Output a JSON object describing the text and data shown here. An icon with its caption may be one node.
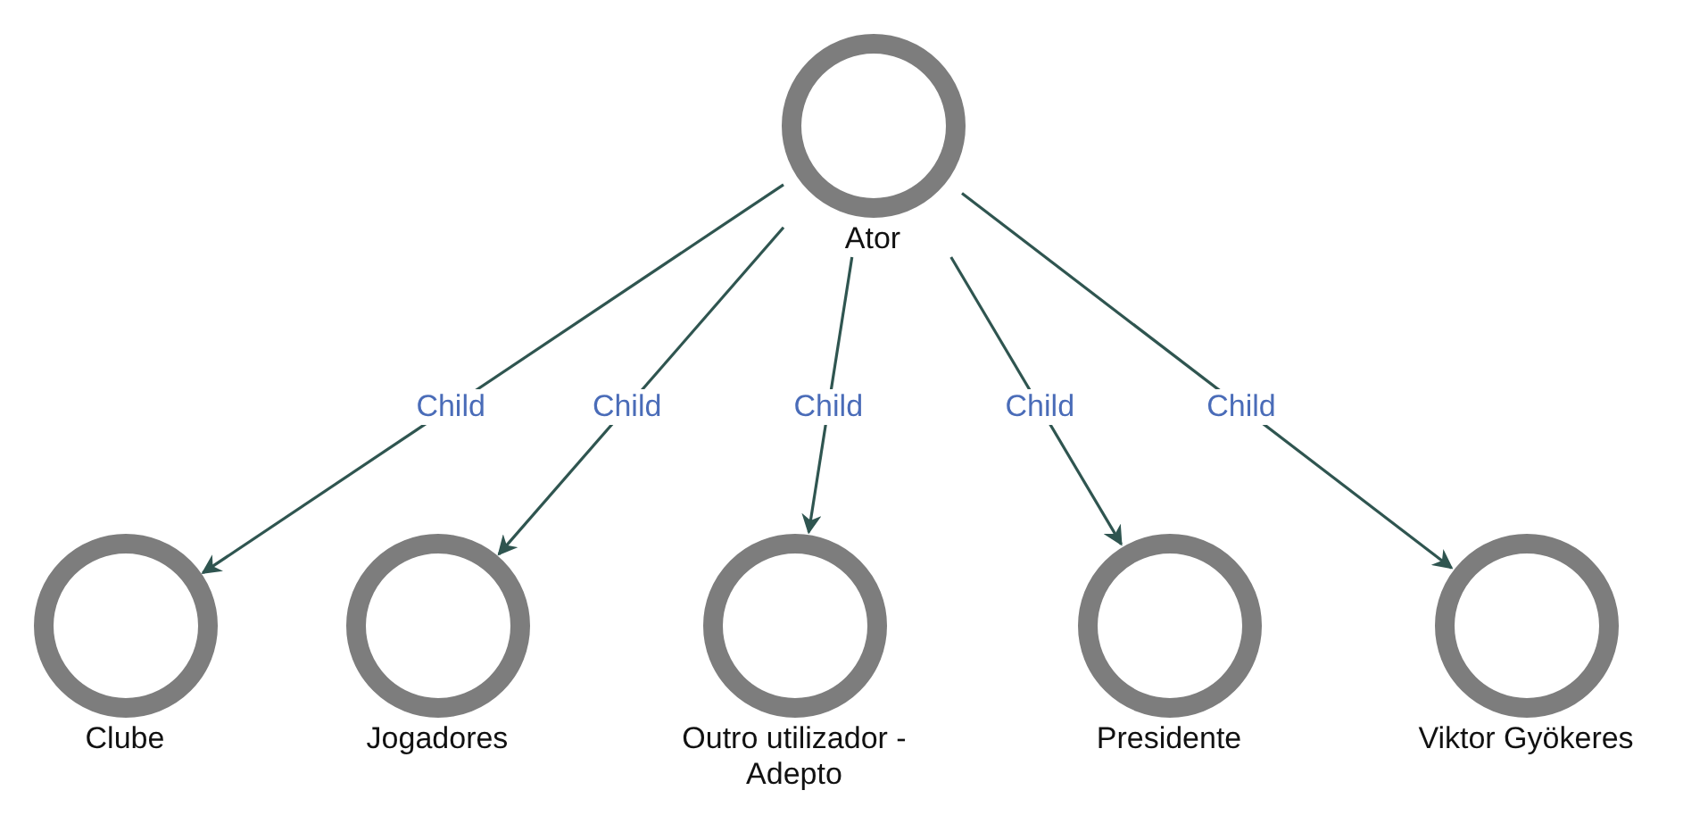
{
  "diagram": {
    "nodes": [
      {
        "text": [
          "Ator"
        ]
      },
      {
        "text": [
          "Clube"
        ]
      },
      {
        "text": [
          "Jogadores"
        ]
      },
      {
        "text": [
          "Outro utilizador - Adepto"
        ]
      },
      {
        "text": [
          "Presidente"
        ]
      },
      {
        "text": [
          "Viktor Gyökeres"
        ]
      }
    ],
    "edges": [
      {
        "from": 0,
        "to": 1,
        "arrow": "to",
        "label": "Child"
      },
      {
        "from": 0,
        "to": 2,
        "arrow": "to",
        "label": "Child"
      },
      {
        "from": 0,
        "to": 3,
        "arrow": "to",
        "label": "Child"
      },
      {
        "from": 0,
        "to": 4,
        "arrow": "to",
        "label": "Child"
      },
      {
        "from": 0,
        "to": 5,
        "arrow": "to",
        "label": "Child"
      }
    ]
  }
}
